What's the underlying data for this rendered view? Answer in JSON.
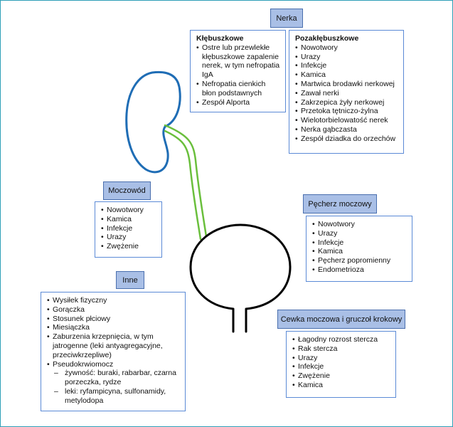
{
  "colors": {
    "frame": "#2e9fb7",
    "kidney": "#1f6db5",
    "ureter": "#6abf3c",
    "bladder": "#000000",
    "header_fill": "#a9bfe6",
    "box_border": "#5b8ad6"
  },
  "kidney_section": {
    "header": "Nerka",
    "glomerular": {
      "title": "Kłębuszkowe",
      "items": [
        "Ostre lub przewlekłe kłębuszkowe zapalenie nerek, w tym nefropatia IgA",
        "Nefropatia cienkich błon podstawnych",
        "Zespół Alporta"
      ]
    },
    "extraglomerular": {
      "title": "Pozakłębuszkowe",
      "items": [
        "Nowotwory",
        "Urazy",
        "Infekcje",
        "Kamica",
        "Martwica brodawki nerkowej",
        "Zawał nerki",
        "Zakrzepica żyły nerkowej",
        "Przetoka tętniczo-żylna",
        "Wielotorbielowatość nerek",
        "Nerka gąbczasta",
        "Zespół dziadka do orzechów"
      ]
    }
  },
  "ureter_section": {
    "header": "Moczowód",
    "items": [
      "Nowotwory",
      "Kamica",
      "Infekcje",
      "Urazy",
      "Zwężenie"
    ]
  },
  "bladder_section": {
    "header": "Pęcherz moczowy",
    "items": [
      "Nowotwory",
      "Urazy",
      "Infekcje",
      "Kamica",
      "Pęcherz popromienny",
      "Endometrioza"
    ]
  },
  "other_section": {
    "header": "Inne",
    "items": [
      "Wysiłek fizyczny",
      "Gorączka",
      "Stosunek płciowy",
      "Miesiączka",
      "Zaburzenia krzepnięcia, w tym jatrogenne (leki antyagregacyjne, przeciwkrzepliwe)",
      "Pseudokrwiomocz"
    ],
    "sub_items": [
      "żywność: buraki, rabarbar, czarna porzeczka, rydze",
      "leki: ryfampicyna, sulfonamidy, metylodopa"
    ]
  },
  "urethra_section": {
    "header": "Cewka moczowa i gruczoł krokowy",
    "items": [
      "Łagodny rozrost stercza",
      "Rak stercza",
      "Urazy",
      "Infekcje",
      "Zwężenie",
      "Kamica"
    ]
  }
}
